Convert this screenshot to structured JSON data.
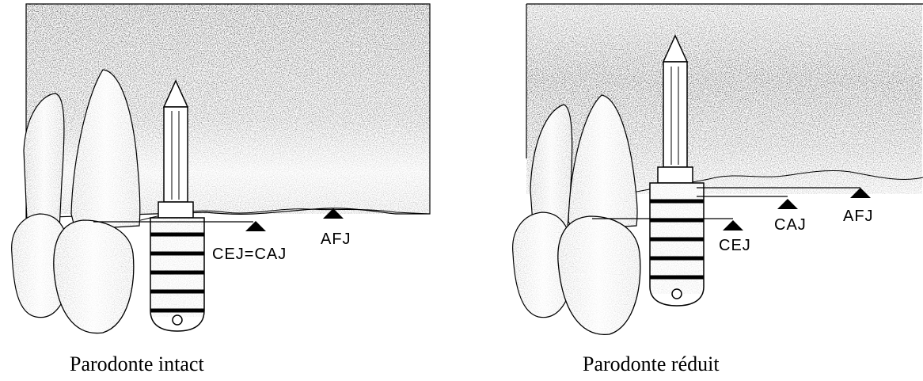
{
  "left": {
    "label_cej_caj": "CEJ=CAJ",
    "label_afj": "AFJ",
    "caption": "Parodonte intact"
  },
  "right": {
    "label_cej": "CEJ",
    "label_caj": "CAJ",
    "label_afj": "AFJ",
    "caption": "Parodonte réduit"
  }
}
